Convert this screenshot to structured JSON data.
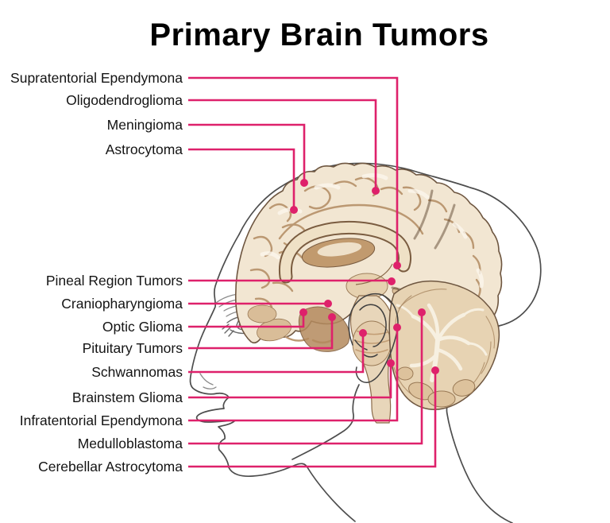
{
  "title": "Primary Brain Tumors",
  "colors": {
    "accent": "#de216b",
    "ink": "#141414",
    "head_outline": "#4d4d4d"
  },
  "callouts": [
    {
      "label": "Supratentorial Ependymona"
    },
    {
      "label": "Oligodendroglioma"
    },
    {
      "label": "Meningioma"
    },
    {
      "label": "Astrocytoma"
    },
    {
      "label": "Pineal Region Tumors"
    },
    {
      "label": "Craniopharyngioma"
    },
    {
      "label": "Optic Glioma"
    },
    {
      "label": "Pituitary Tumors"
    },
    {
      "label": "Schwannomas"
    },
    {
      "label": "Brainstem Glioma"
    },
    {
      "label": "Infratentorial Ependymona"
    },
    {
      "label": "Medulloblastoma"
    },
    {
      "label": "Cerebellar Astrocytoma"
    }
  ]
}
